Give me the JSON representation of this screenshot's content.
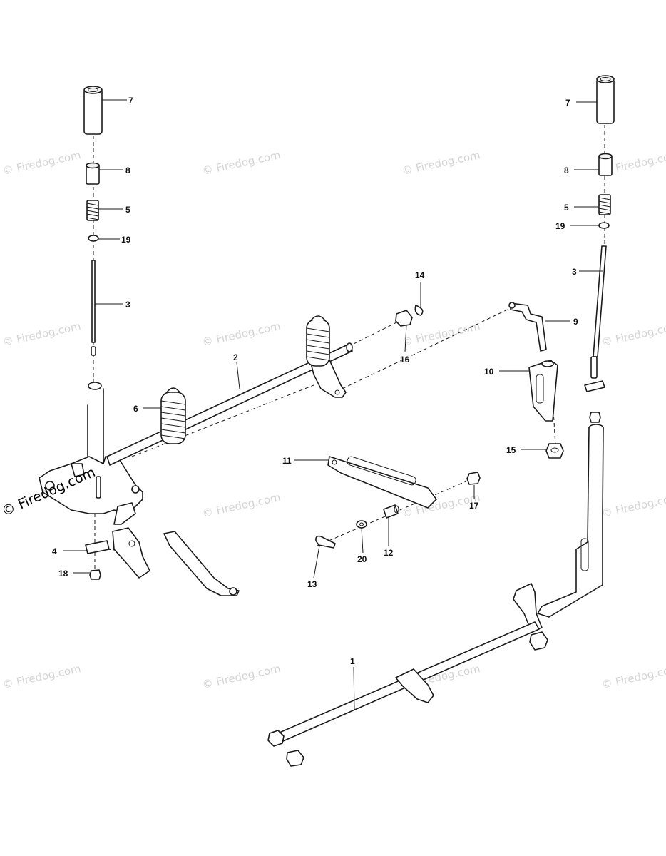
{
  "diagram": {
    "labels": {
      "l1": "1",
      "l2": "2",
      "l3a": "3",
      "l3b": "3",
      "l4": "4",
      "l5a": "5",
      "l5b": "5",
      "l6": "6",
      "l7a": "7",
      "l7b": "7",
      "l8a": "8",
      "l8b": "8",
      "l9": "9",
      "l10": "10",
      "l11": "11",
      "l12": "12",
      "l13": "13",
      "l14": "14",
      "l15": "15",
      "l16": "16",
      "l17": "17",
      "l18": "18",
      "l19a": "19",
      "l19b": "19",
      "l20": "20"
    },
    "watermark": "© Firedog.com",
    "watermark_main": "© Firedog.com"
  }
}
